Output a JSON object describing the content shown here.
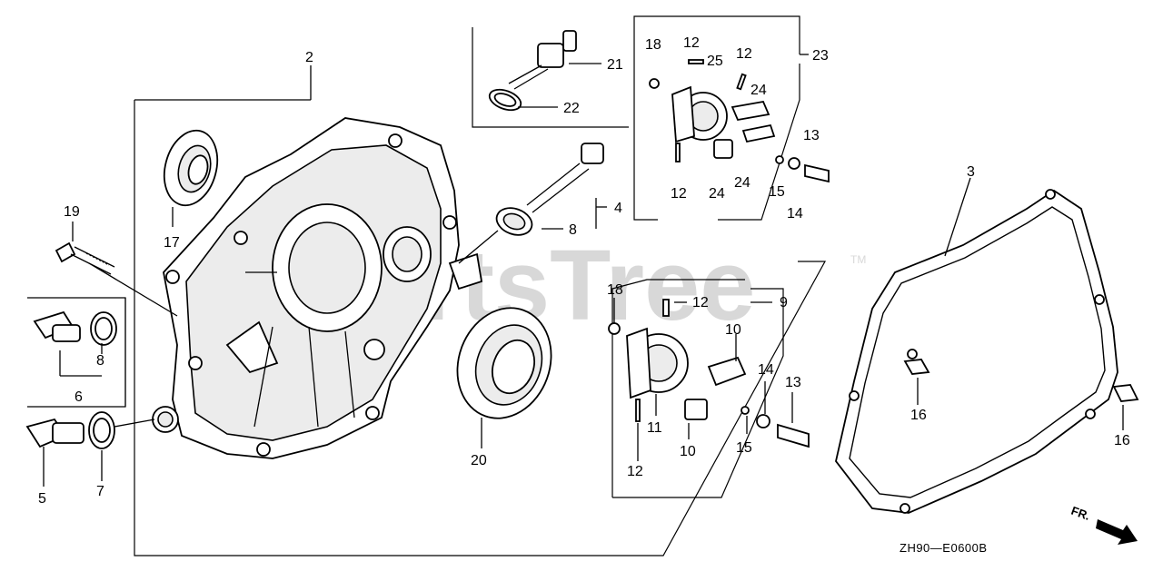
{
  "watermark": "PartsTree",
  "watermark_tm": "TM",
  "drawing_code": "ZH90—E0600B",
  "direction_label": "FR.",
  "callouts": {
    "c2": "2",
    "c3": "3",
    "c4": "4",
    "c5": "5",
    "c6": "6",
    "c7": "7",
    "c8a": "8",
    "c8b": "8",
    "c9": "9",
    "c10a": "10",
    "c10b": "10",
    "c11": "11",
    "c12a": "12",
    "c12b": "12",
    "c12c": "12",
    "c12d": "12",
    "c12e": "12",
    "c13a": "13",
    "c13b": "13",
    "c14a": "14",
    "c14b": "14",
    "c15a": "15",
    "c15b": "15",
    "c16a": "16",
    "c16b": "16",
    "c17": "17",
    "c18a": "18",
    "c18b": "18",
    "c19": "19",
    "c20": "20",
    "c21": "21",
    "c22": "22",
    "c23": "23",
    "c24a": "24",
    "c24b": "24",
    "c24c": "24",
    "c25": "25"
  },
  "parts": {
    "case_cover": "2",
    "gasket": "3",
    "bearing": "20",
    "oil_seal": "17",
    "flange_bolt": "19",
    "governor_assembly_upper": "23",
    "governor_assembly_lower": "9"
  }
}
